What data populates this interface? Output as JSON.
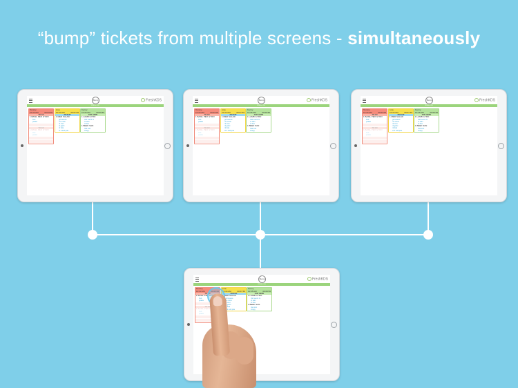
{
  "headline": {
    "prefix": "“bump” tickets from multiple screens - ",
    "emphasis": "simultaneously"
  },
  "app": {
    "logo": "FreshKDS",
    "center_button": "Bump",
    "station_bar": "FRESH KDS"
  },
  "tickets": [
    {
      "name": "Tommy",
      "time": "10:33 AM",
      "timer": "00:03:06",
      "type": "TO GO",
      "items": [
        {
          "label": "1 BASIL PEO GYRO",
          "mods": [
            "fruit",
            "peaks"
          ]
        },
        {
          "label": "",
          "mods": []
        }
      ],
      "faded": [
        "TO GO",
        "1 BASIL PEO GYRO",
        "fruit",
        "peaks"
      ]
    },
    {
      "name": "Lisa",
      "time": "10:34 AM",
      "timer": "00:07:56",
      "type": "PICKUP",
      "items": [
        {
          "label": "1 MED SALAD",
          "mods": [
            "grll skewe",
            "no onion",
            "nl com",
            "nl garlc",
            "nl feta",
            "ct 3 soft pita"
          ]
        }
      ]
    },
    {
      "name": "Kenny",
      "time": "10:35 AM",
      "timer": "00:09:56",
      "type": "FOR HERE",
      "items": [
        {
          "label": "1 LAMB GYRO",
          "mods": [
            "Old Lamb G",
            "ct saln",
            "ct hse"
          ]
        },
        {
          "label": "1 BEEF SAN",
          "mods": [
            "tzat crst",
            "crispy"
          ]
        }
      ]
    }
  ],
  "colors": {
    "background": "#7fcfe9",
    "ticket_red": "#f58b7b",
    "ticket_yellow": "#f6e04c",
    "ticket_green": "#b5e39b",
    "station_bar": "#9bd47c"
  }
}
